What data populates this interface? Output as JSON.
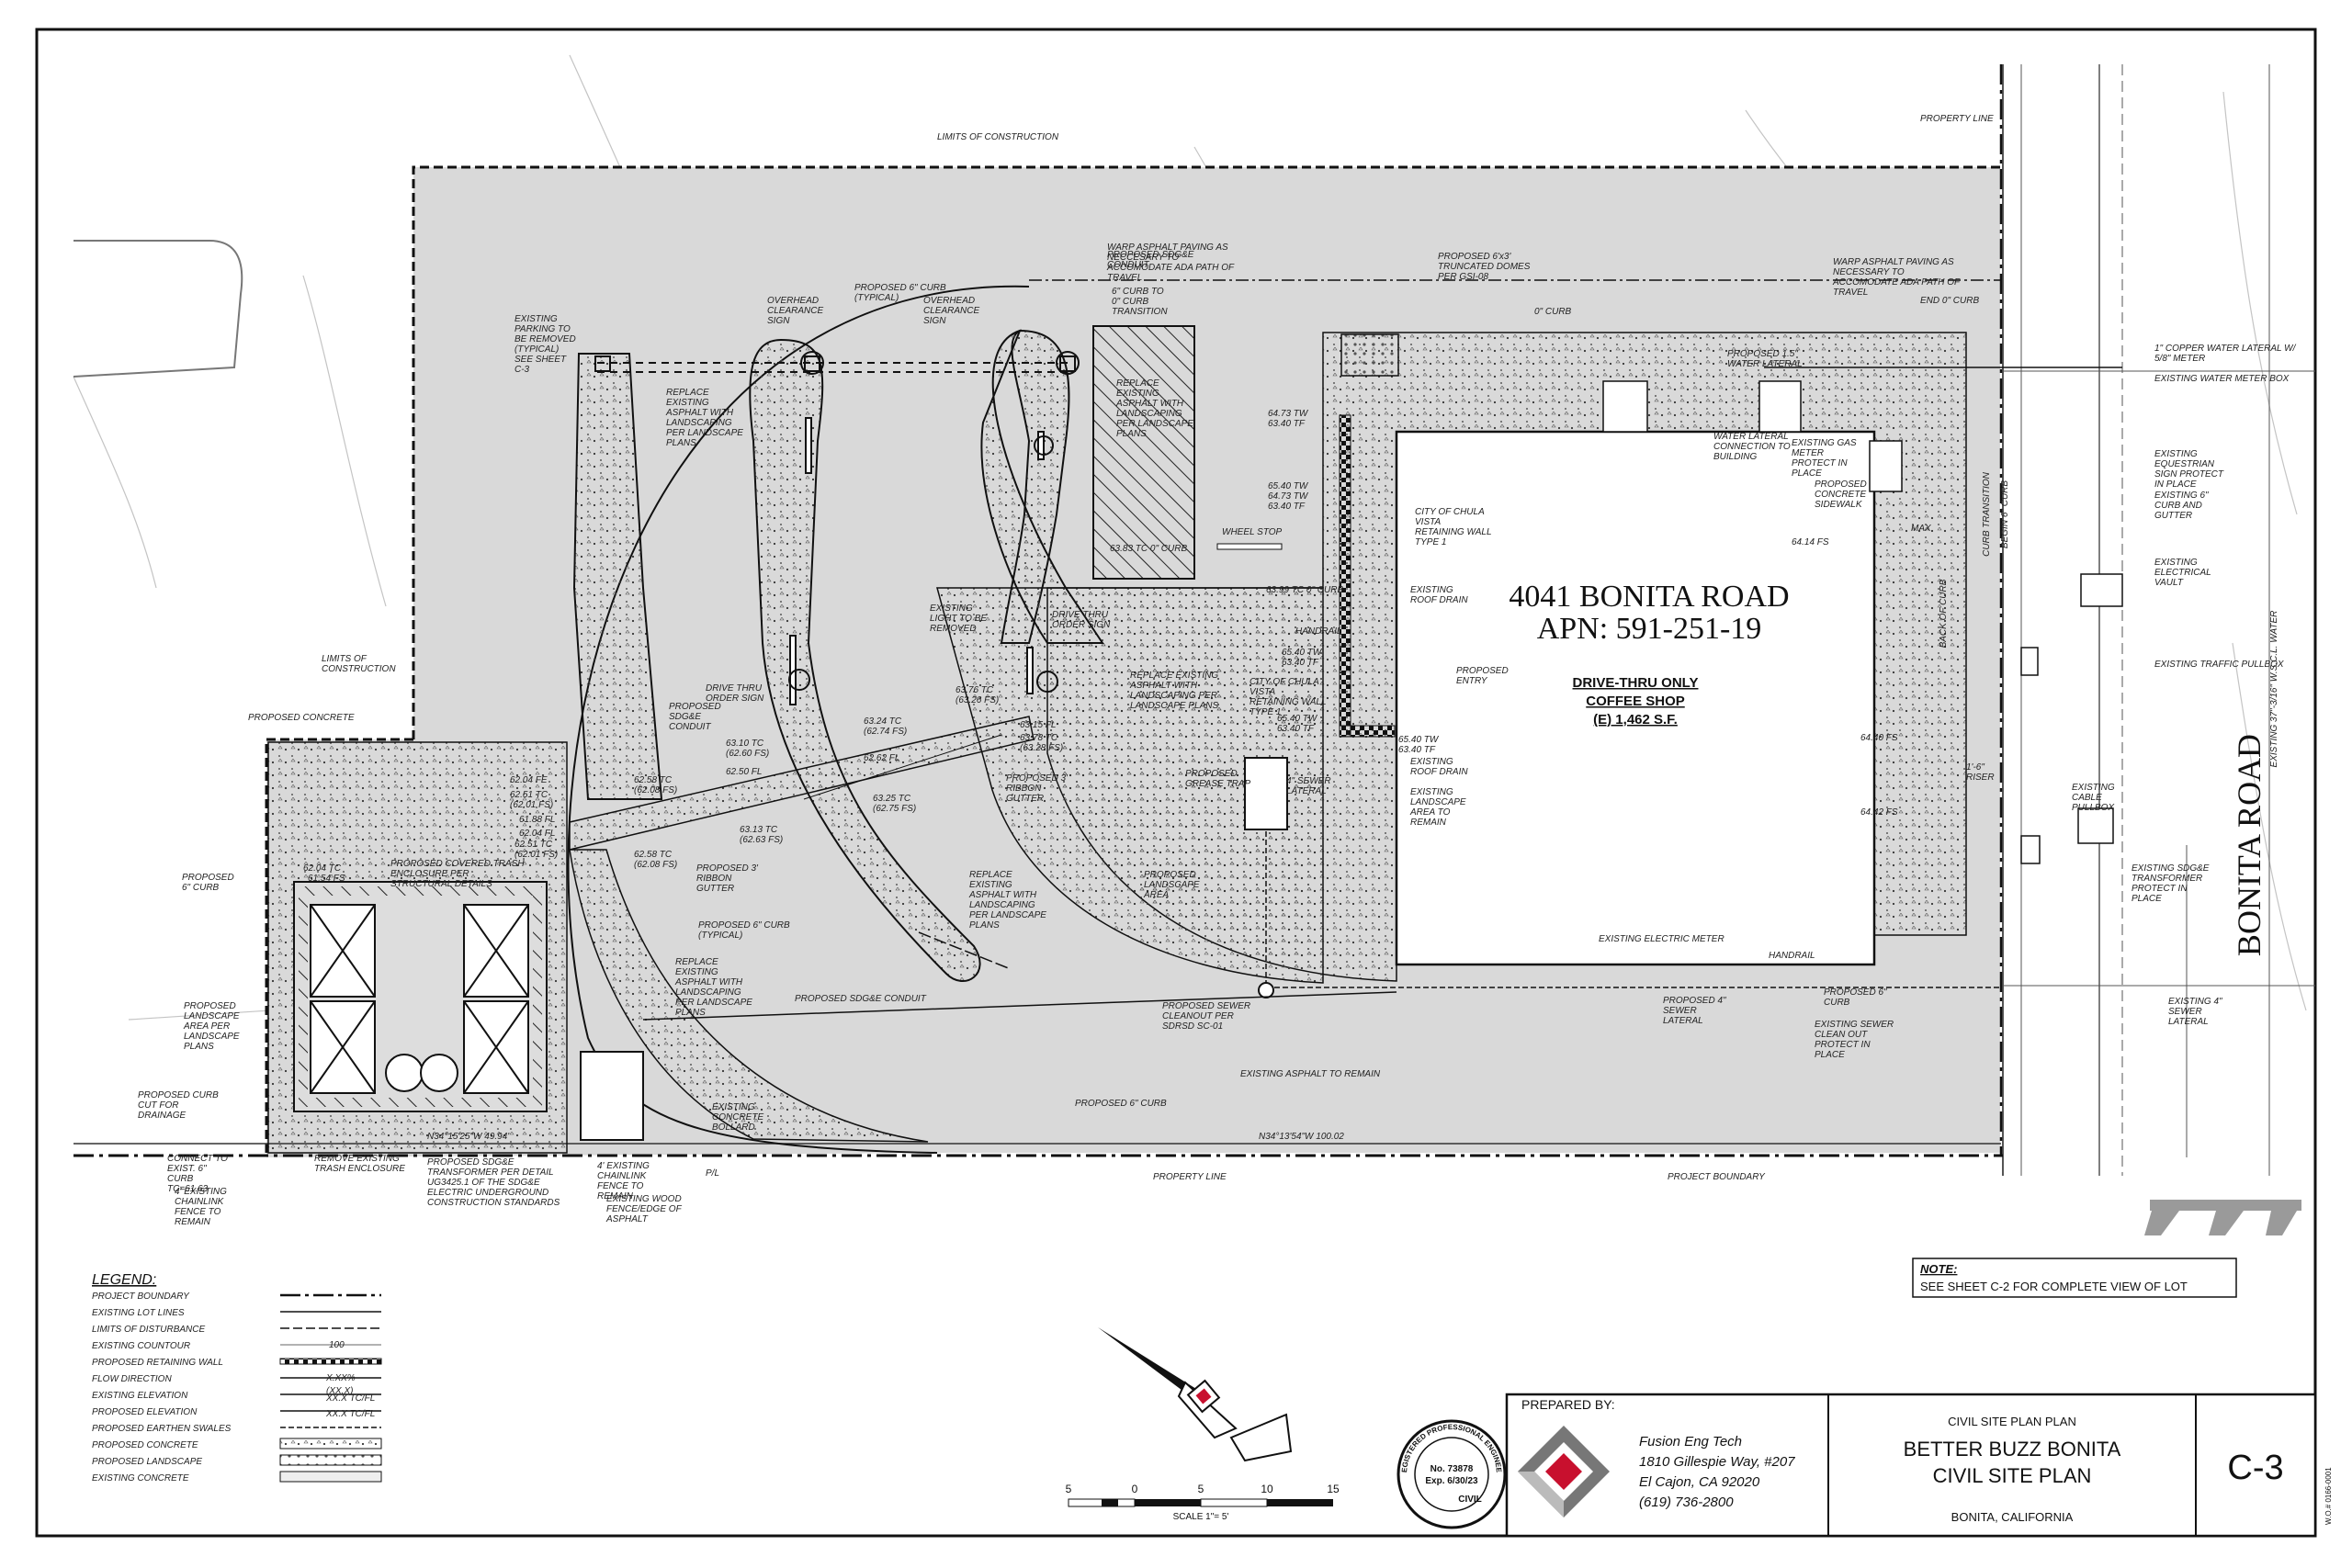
{
  "site": {
    "address": "4041 BONITA ROAD",
    "apn": "APN: 591-251-19",
    "use_line1": "DRIVE-THRU ONLY",
    "use_line2": "COFFEE SHOP",
    "use_line3": "(E) 1,462 S.F.",
    "street": "BONITA ROAD"
  },
  "labels": {
    "limits_construction_top": "LIMITS OF CONSTRUCTION",
    "limits_construction_left": "LIMITS OF CONSTRUCTION",
    "property_line_top": "PROPERTY LINE",
    "property_line_bottom": "PROPERTY LINE",
    "project_boundary": "PROJECT BOUNDARY",
    "existing_asphalt": "EXISTING ASPHALT TO REMAIN",
    "proposed_concrete": "PROPOSED CONCRETE",
    "proposed_curb_bottom": "PROPOSED 6\" CURB",
    "proposed_curb_left": "PROPOSED 6\" CURB",
    "proposed_curb_typ": "PROPOSED 6\" CURB (TYPICAL)",
    "proposed_curb_top": "PROPOSED 6\" CURB (TYPICAL)",
    "existing_parking": "EXISTING PARKING TO BE REMOVED (TYPICAL) SEE SHEET C-3",
    "overhead_sign_1": "OVERHEAD CLEARANCE SIGN",
    "overhead_sign_2": "OVERHEAD CLEARANCE SIGN",
    "sdge_conduit_top": "PROPOSED SDG&E CONDUIT",
    "curb_transition": "6\" CURB TO 0\" CURB TRANSITION",
    "warp_paving_1": "WARP ASPHALT PAVING AS NECCESARY TO ACCOMODATE ADA PATH OF TRAVEL",
    "warp_paving_2": "WARP ASPHALT PAVING AS NECESSARY TO ACCOMODATE ADA PATH OF TRAVEL",
    "truncated_domes": "PROPOSED 6'x3' TRUNCATED DOMES PER GSI-08",
    "zero_curb": "0\" CURB",
    "end_curb": "END 0\" CURB",
    "water_lateral_copper": "1\" COPPER WATER LATERAL W/ 5/8\" METER",
    "water_meter_box": "EXISTING WATER METER BOX",
    "water_lateral_prop": "PROPOSED 1.5\" WATER LATERAL",
    "water_lateral_conn": "WATER LATERAL CONNECTION TO BUILDING",
    "gas_meter": "EXISTING GAS METER PROTECT IN PLACE",
    "concrete_sidewalk": "PROPOSED CONCRETE SIDEWALK",
    "retaining_wall": "CITY OF CHULA VISTA RETAINING WALL TYPE 1",
    "retaining_wall_2": "CITY OF CHULA VISTA RETAINING WALL TYPE 1",
    "roof_drain_1": "EXISTING ROOF DRAIN",
    "roof_drain_2": "EXISTING ROOF DRAIN",
    "wheel_stop": "WHEEL STOP",
    "handrail_1": "HANDRAIL",
    "handrail_2": "HANDRAIL",
    "proposed_entry": "PROPOSED ENTRY",
    "replace_asphalt_1": "REPLACE EXISTING ASPHALT WITH LANDSCAPING PER LANDSCAPE PLANS",
    "replace_asphalt_2": "REPLACE EXISTING ASPHALT WITH LANDSCAPING PER LANDSCAPE PLANS",
    "replace_asphalt_3": "REPLACE EXISTING ASPHALT WITH LANDSCAPING PER LANDSCAPE PLANS",
    "replace_asphalt_4": "REPLACE EXISTING ASPHALT WITH LANDSCAPING PER LANDSCAPE PLANS",
    "replace_asphalt_5": "REPLACE EXISTING ASPHALT WITH LANDSCAPING PER LANDSCAPE PLANS",
    "light_removed": "EXISTING LIGHT TO BE REMOVED",
    "order_sign_1": "DRIVE THRU ORDER SIGN",
    "order_sign_2": "DRIVE THRU ORDER SIGN",
    "sdge_conduit_mid": "PROPOSED SDG&E CONDUIT",
    "sdge_conduit_low": "PROPOSED SDG&E CONDUIT",
    "ribbon_gutter_1": "PROPOSED 3' RIBBON GUTTER",
    "ribbon_gutter_2": "PROPOSED 3' RIBBON GUTTER",
    "grease_trap": "PROPOSED GREASE TRAP",
    "sewer_lateral_4": "4\" SEWER LATERAL",
    "landscape_remain": "EXISTING LANDSCAPE AREA TO REMAIN",
    "landscape_area": "PROPOSED LANDSCAPE AREA",
    "landscape_area_left": "PROPOSED LANDSCAPE AREA PER LANDSCAPE PLANS",
    "electric_meter": "EXISTING ELECTRIC METER",
    "sewer_cleanout": "PROPOSED SEWER CLEANOUT PER SDRSD SC-01",
    "sewer_lateral_prop": "PROPOSED 4\" SEWER LATERAL",
    "sewer_cleanout_exist": "EXISTING SEWER CLEAN OUT PROTECT IN PLACE",
    "curb_right": "PROPOSED 6\" CURB",
    "sewer_lateral_exist": "EXISTING 4\" SEWER LATERAL",
    "trash_enclosure": "PROPOSED COVERED TRASH ENCLOSURE PER STRUCTURAL DETAILS",
    "curb_cut": "PROPOSED CURB CUT FOR DRAINAGE",
    "connect_curb": "CONNECT TO EXIST. 6\" CURB TC=61.63",
    "chainlink_fence": "4' EXISTING CHAINLINK FENCE TO REMAIN",
    "remove_trash": "REMOVE EXISTING TRASH ENCLOSURE",
    "transformer_detail": "PROPOSED SDG&E TRANSFORMER PER DETAIL UG3425.1 OF THE SDG&E ELECTRIC UNDERGROUND CONSTRUCTION STANDARDS",
    "chainlink_fence_2": "4' EXISTING CHAINLINK FENCE TO REMAIN",
    "wood_fence": "EXISTING WOOD FENCE/EDGE OF ASPHALT",
    "pl": "P/L",
    "bollard": "EXISTING CONCRETE BOLLARD",
    "equestrian_sign": "EXISTING EQUESTRIAN SIGN PROTECT IN PLACE",
    "curb_gutter": "EXISTING 6\" CURB AND GUTTER",
    "electrical_vault": "EXISTING ELECTRICAL VAULT",
    "traffic_pullbox": "EXISTING TRAFFIC PULLBOX",
    "cable_pullbox": "EXISTING CABLE PULLBOX",
    "transformer_exist": "EXISTING SDG&E TRANSFORMER PROTECT IN PLACE",
    "water_main": "EXISTING 37\"-3/16\" W.S.C.L. WATER",
    "begin_curb": "BEGIN 6\" CURB",
    "curb_transition_v": "CURB TRANSITION",
    "back_of_curb": "BACK OF CURB",
    "riser": "1'-6\" RISER",
    "max": "MAX",
    "bearing_1": "N34°15'25\"W 49.94'",
    "bearing_2": "N34°13'54\"W 100.02"
  },
  "grades": {
    "g1": "63.76 TC",
    "g2": "(63.26 FS)",
    "g3": "63.24 TC",
    "g4": "(62.74 FS)",
    "g5": "63.15 FL",
    "g6": "63.78 TC",
    "g7": "(63.28 FS)",
    "g8": "62.62 FL",
    "g9": "63.10 TC",
    "g10": "(62.60 FS)",
    "g11": "62.50 FL",
    "g12": "62.04 FE",
    "g13": "62.51 TC",
    "g14": "(62.01 FS)",
    "g15": "61.88 FL",
    "g16": "62.04 FL",
    "g17": "62.51 TC",
    "g18": "(62.01 FS)",
    "g19": "62.58 TC",
    "g20": "(62.08 FS)",
    "g21": "62.58 TC",
    "g22": "(62.08 FS)",
    "g23": "63.13 TC",
    "g24": "(62.63 FS)",
    "g25": "63.25 TC",
    "g26": "(62.75 FS)",
    "g27": "62.04 TC",
    "g28": "61.54 FS",
    "g29": "64.73 TW",
    "g30": "63.40 TF",
    "g31": "65.40 TW",
    "g32": "64.73 TW",
    "g33": "63.40 TF",
    "g34": "65.40 TW",
    "g35": "63.40 TF",
    "g36": "65.40 TW",
    "g37": "63.40 TF",
    "g38": "65.40 TW",
    "g39": "63.40 TF",
    "g40": "63.83 TC 0\" CURB",
    "g41": "63.99 TC 0\" CURB",
    "g42": "64.14 FS",
    "g43": "64.40 FS",
    "g44": "64.42 FS"
  },
  "legend": {
    "title": "LEGEND:",
    "items": [
      "PROJECT BOUNDARY",
      "EXISTING LOT LINES",
      "LIMITS OF DISTURBANCE",
      "EXISTING COUNTOUR",
      "PROPOSED RETAINING WALL",
      "FLOW DIRECTION",
      "EXISTING ELEVATION",
      "PROPOSED ELEVATION",
      "PROPOSED EARTHEN SWALES",
      "PROPOSED CONCRETE",
      "PROPOSED LANDSCAPE",
      "EXISTING CONCRETE"
    ],
    "contour_value": "100",
    "elev_sym_1": "X.XX%",
    "elev_sym_2": "(XX.X)",
    "elev_sym_3": "XX.X TC/FL",
    "elev_sym_4": "XX.X TC/FL"
  },
  "note": {
    "title": "NOTE:",
    "text": "SEE SHEET C-2 FOR COMPLETE VIEW OF LOT"
  },
  "scale": {
    "ticks": [
      "5",
      "0",
      "5",
      "10",
      "15"
    ],
    "label": "SCALE  1\"= 5'"
  },
  "seal": {
    "license": "No. 73878",
    "expires": "Exp. 6/30/23",
    "discipline": "CIVIL",
    "ring_text": "REGISTERED PROFESSIONAL ENGINEER"
  },
  "title_block": {
    "prepared_by": "PREPARED BY:",
    "firm": "Fusion Eng Tech",
    "addr1": "1810 Gillespie Way, #207",
    "addr2": "El Cajon, CA 92020",
    "phone": "(619) 736-2800",
    "plan_type": "CIVIL SITE PLAN PLAN",
    "project_line1": "BETTER BUZZ BONITA",
    "project_line2": "CIVIL SITE PLAN",
    "location": "BONITA, CALIFORNIA",
    "sheet": "C-3",
    "side_code": "W.O.# 0166-0001"
  },
  "colors": {
    "line": "#111111",
    "asphalt": "#d9d9d9",
    "concrete": "#ffffff",
    "light_line": "#bdbdbd",
    "logo_red": "#c8102e"
  }
}
